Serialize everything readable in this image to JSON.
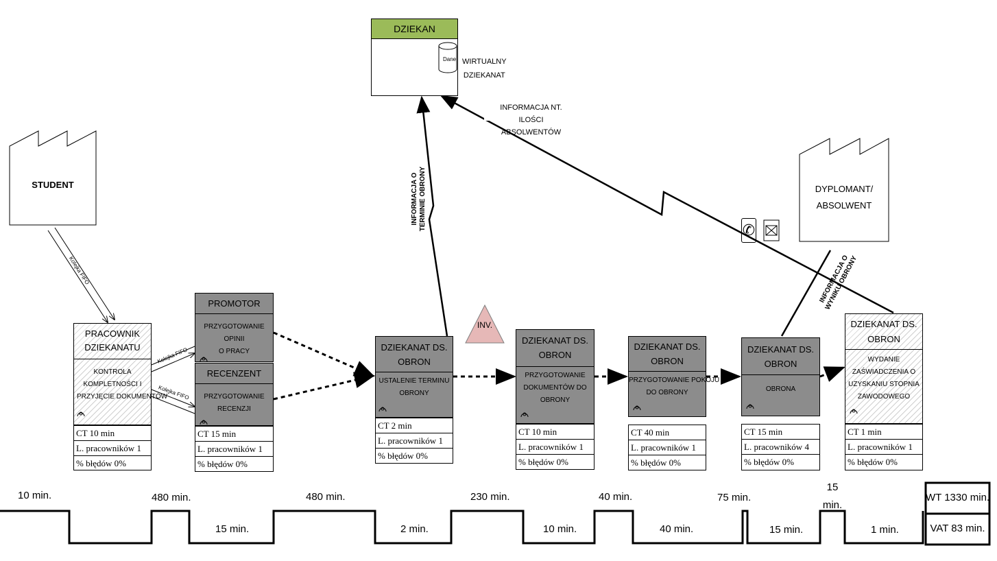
{
  "dean": {
    "header": "DZIEKAN",
    "data_label": "Dane",
    "virtual_line1": "WIRTUALNY",
    "virtual_line2": "DZIEKANAT"
  },
  "student": {
    "label": "STUDENT"
  },
  "graduate": {
    "line1": "DYPLOMANT/",
    "line2": "ABSOLWENT"
  },
  "info_flows": {
    "defense_term_line1": "INFORMACJA O",
    "defense_term_line2": "TERMINIE OBRONY",
    "graduates_count_line1": "INFORMACJA NT. ILOŚCI",
    "graduates_count_line2": "ABSOLWENTÓW",
    "defense_result_line1": "INFORMACJA O",
    "defense_result_line2": "WYNIKU OBRONY"
  },
  "fifo_label": "Kolejka FIFO",
  "inventory_label": "INV.",
  "processes": [
    {
      "header_line1": "PRACOWNIK",
      "header_line2": "DZIEKANATU",
      "body_lines": [
        "KONTROLA",
        "KOMPLETNOŚCI I",
        "PRZYJĘCIE DOKUMENTÓW"
      ],
      "ct": "CT 10 min",
      "workers": "L. pracowników 1",
      "errors": "% błędów 0%"
    },
    {
      "header_line1": "PROMOTOR",
      "body_lines": [
        "PRZYGOTOWANIE OPINII",
        "O PRACY"
      ]
    },
    {
      "header_line1": "RECENZENT",
      "body_lines": [
        "PRZYGOTOWANIE",
        "RECENZJI"
      ],
      "ct": "CT 15 min",
      "workers": "L. pracowników 1",
      "errors": "% błędów 0%"
    },
    {
      "header_line1": "DZIEKANAT DS.",
      "header_line2": "OBRON",
      "body_lines": [
        "USTALENIE TERMINU",
        "OBRONY"
      ],
      "ct": "CT 2 min",
      "workers": "L. pracowników 1",
      "errors": "% błędów 0%"
    },
    {
      "header_line1": "DZIEKANAT DS.",
      "header_line2": "OBRON",
      "body_lines": [
        "PRZYGOTOWANIE",
        "DOKUMENTÓW DO",
        "OBRONY"
      ],
      "ct": "CT 10 min",
      "workers": "L. pracowników 1",
      "errors": "% błędów 0%"
    },
    {
      "header_line1": "DZIEKANAT DS.",
      "header_line2": "OBRON",
      "body_lines": [
        "PRZYGOTOWANIE POKOJU",
        "DO OBRONY"
      ],
      "ct": "CT 40 min",
      "workers": "L. pracowników 1",
      "errors": "% błędów 0%"
    },
    {
      "header_line1": "DZIEKANAT DS.",
      "header_line2": "OBRON",
      "body_lines": [
        "OBRONA"
      ],
      "ct": "CT 15 min",
      "workers": "L. pracowników 4",
      "errors": "% błędów 0%"
    },
    {
      "header_line1": "DZIEKANAT DS.",
      "header_line2": "OBRON",
      "body_lines": [
        "WYDANIE",
        "ZAŚWIADCZENIA O",
        "UZYSKANIU STOPNIA",
        "ZAWODOWEGO"
      ],
      "ct": "CT 1 min",
      "workers": "L. pracowników 1",
      "errors": "% błędów 0%"
    }
  ],
  "timeline": {
    "wait_times": [
      "10 min.",
      "480 min.",
      "480 min.",
      "230 min.",
      "40 min.",
      "75 min.",
      "15 min."
    ],
    "process_times": [
      "15 min.",
      "2 min.",
      "10 min.",
      "40 min.",
      "15 min.",
      "1 min."
    ],
    "wt": "WT 1330 min.",
    "vat": "VAT 83 min."
  },
  "colors": {
    "dean_header": "#9bbb59",
    "process_fill": "#8c8c8c",
    "inventory_fill": "#e6b8b7"
  },
  "icons": [
    "factory-icon",
    "database-icon",
    "phone-icon",
    "mail-icon",
    "operator-icon",
    "inventory-triangle-icon"
  ]
}
